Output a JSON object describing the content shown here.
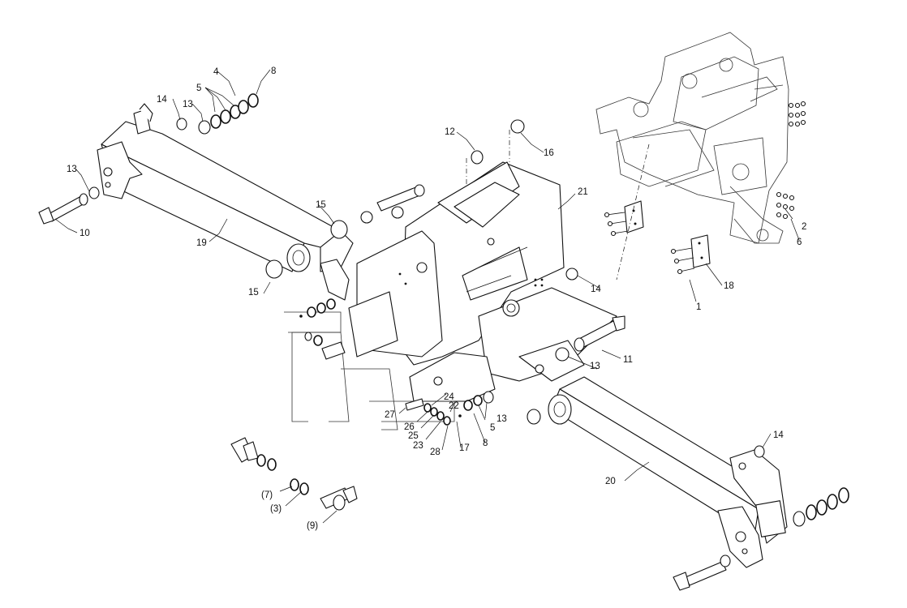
{
  "callouts": [
    {
      "id": "c1",
      "text": "1"
    },
    {
      "id": "c2",
      "text": "2"
    },
    {
      "id": "c4",
      "text": "4"
    },
    {
      "id": "c5a",
      "text": "5"
    },
    {
      "id": "c5b",
      "text": "5"
    },
    {
      "id": "c6",
      "text": "6"
    },
    {
      "id": "c8a",
      "text": "8"
    },
    {
      "id": "c8b",
      "text": "8"
    },
    {
      "id": "c10",
      "text": "10"
    },
    {
      "id": "c11",
      "text": "11"
    },
    {
      "id": "c12",
      "text": "12"
    },
    {
      "id": "c13a",
      "text": "13"
    },
    {
      "id": "c13b",
      "text": "13"
    },
    {
      "id": "c13c",
      "text": "13"
    },
    {
      "id": "c13d",
      "text": "13"
    },
    {
      "id": "c14a",
      "text": "14"
    },
    {
      "id": "c14b",
      "text": "14"
    },
    {
      "id": "c14c",
      "text": "14"
    },
    {
      "id": "c15a",
      "text": "15"
    },
    {
      "id": "c15b",
      "text": "15"
    },
    {
      "id": "c16",
      "text": "16"
    },
    {
      "id": "c17",
      "text": "17"
    },
    {
      "id": "c18",
      "text": "18"
    },
    {
      "id": "c19",
      "text": "19"
    },
    {
      "id": "c20",
      "text": "20"
    },
    {
      "id": "c21",
      "text": "21"
    },
    {
      "id": "c22",
      "text": "22"
    },
    {
      "id": "c23",
      "text": "23"
    },
    {
      "id": "c24",
      "text": "24"
    },
    {
      "id": "c25",
      "text": "25"
    },
    {
      "id": "c26",
      "text": "26"
    },
    {
      "id": "c27",
      "text": "27"
    },
    {
      "id": "c28",
      "text": "28"
    },
    {
      "id": "c7p",
      "text": "(7)"
    },
    {
      "id": "c3p",
      "text": "(3)"
    },
    {
      "id": "c9p",
      "text": "(9)"
    }
  ]
}
